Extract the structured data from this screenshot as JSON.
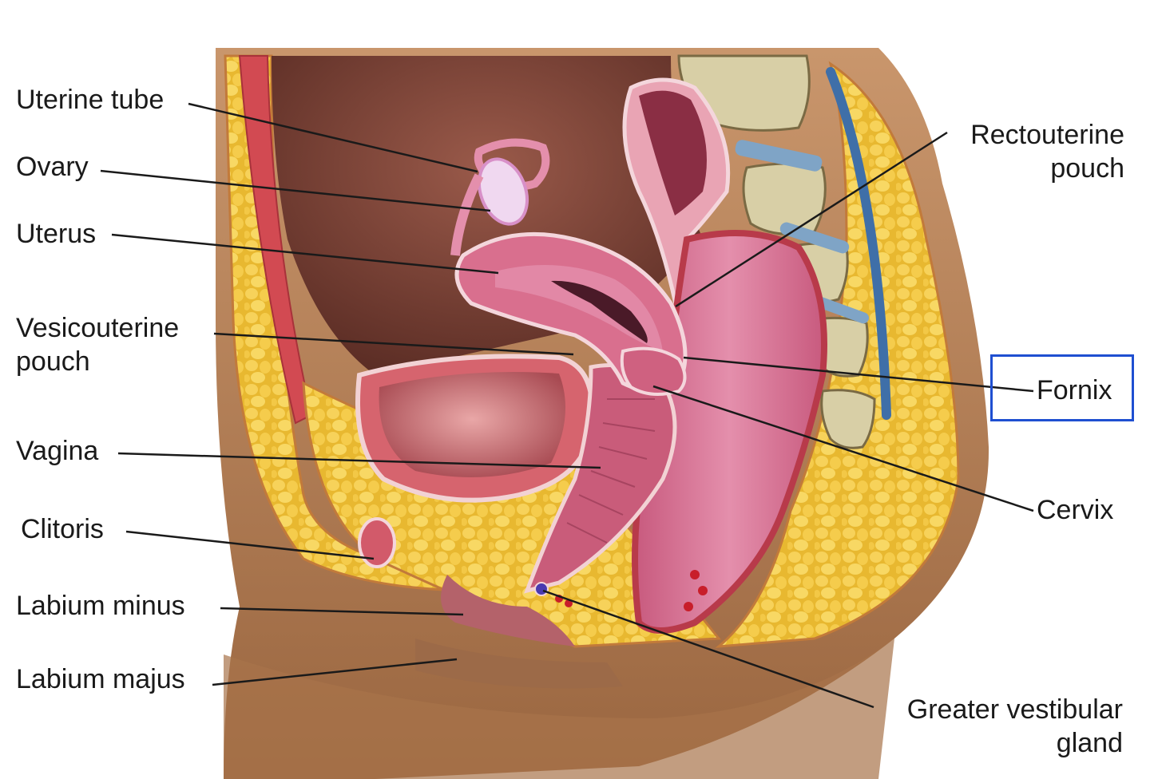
{
  "labels": {
    "uterine_tube": "Uterine tube",
    "ovary": "Ovary",
    "uterus": "Uterus",
    "vesicouterine_line1": "Vesicouterine",
    "vesicouterine_line2": "pouch",
    "vagina": "Vagina",
    "clitoris": "Clitoris",
    "labium_minus": "Labium minus",
    "labium_majus": "Labium majus",
    "rectouterine_line1": "Rectouterine",
    "rectouterine_line2": "pouch",
    "fornix": "Fornix",
    "cervix": "Cervix",
    "greater_vestibular_line1": "Greater vestibular",
    "greater_vestibular_line2": "gland"
  },
  "highlight": {
    "target": "Fornix",
    "color": "#1f4fd1"
  },
  "colors": {
    "skin": "#b8835a",
    "fat": "#f0c63a",
    "muscle": "#d9556a",
    "organ_pink": "#d96f8e",
    "bone": "#d8cfa6",
    "leader_line": "#1a1a1a"
  }
}
